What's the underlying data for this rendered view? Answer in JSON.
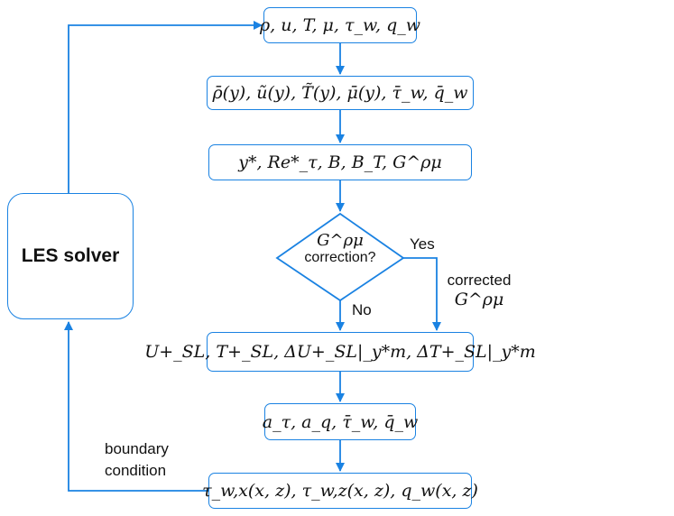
{
  "diagram": {
    "nodes": {
      "inputs": "ρ, u, T, μ, τ_w, q_w",
      "averaged": "ρ̄(y), ũ(y), T̃(y), μ̄(y), τ̄_w, q̄_w",
      "parameters": "y*, Re*_τ, B, B_T, G^ρμ",
      "decision_symbol": "G^ρμ",
      "decision_text": "correction?",
      "slip_functions": "U+_SL, T+_SL, ΔU+_SL|_y*m, ΔT+_SL|_y*m",
      "coefficients": "a_τ, a_q, τ̄_w, q̄_w",
      "wall_fluxes": "τ_w,x(x, z), τ_w,z(x, z), q_w(x, z)",
      "solver": "LES solver"
    },
    "edge_labels": {
      "yes": "Yes",
      "no": "No",
      "corrected": "corrected",
      "corrected_symbol": "G^ρμ",
      "boundary_line1": "boundary",
      "boundary_line2": "condition"
    },
    "colors": {
      "stroke": "#1a82e2",
      "text": "#111111"
    }
  }
}
